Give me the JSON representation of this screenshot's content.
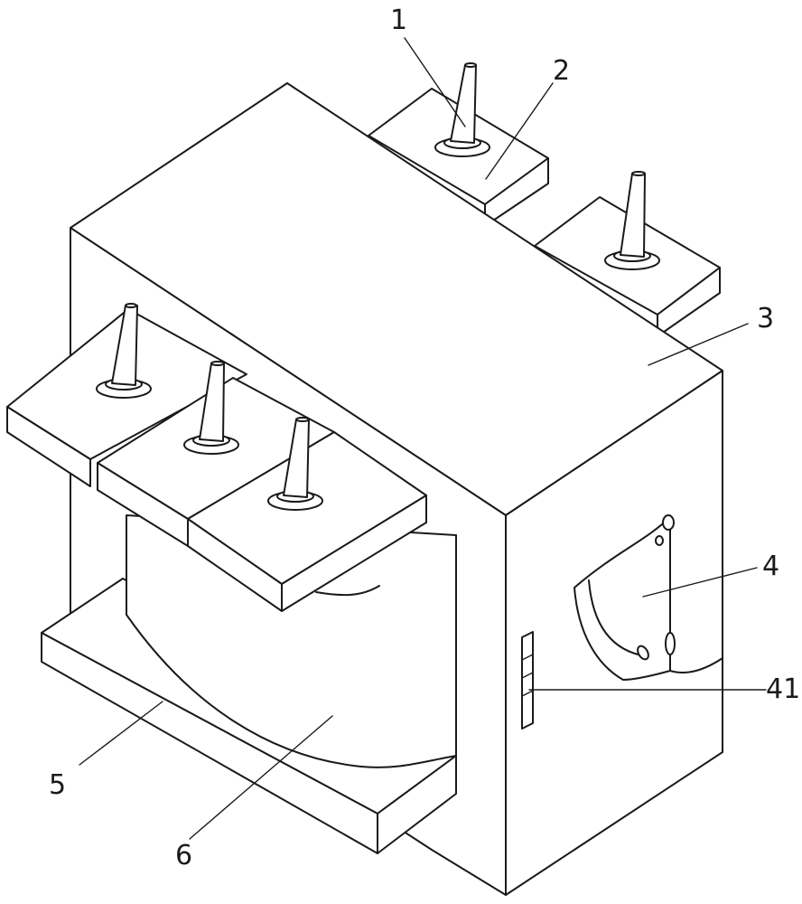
{
  "figure": {
    "labels": {
      "terminal": "1",
      "terminal_plate": "2",
      "core_frame": "3",
      "side_hatch": "4",
      "side_slot": "41",
      "base_plate": "5",
      "coil": "6"
    }
  }
}
